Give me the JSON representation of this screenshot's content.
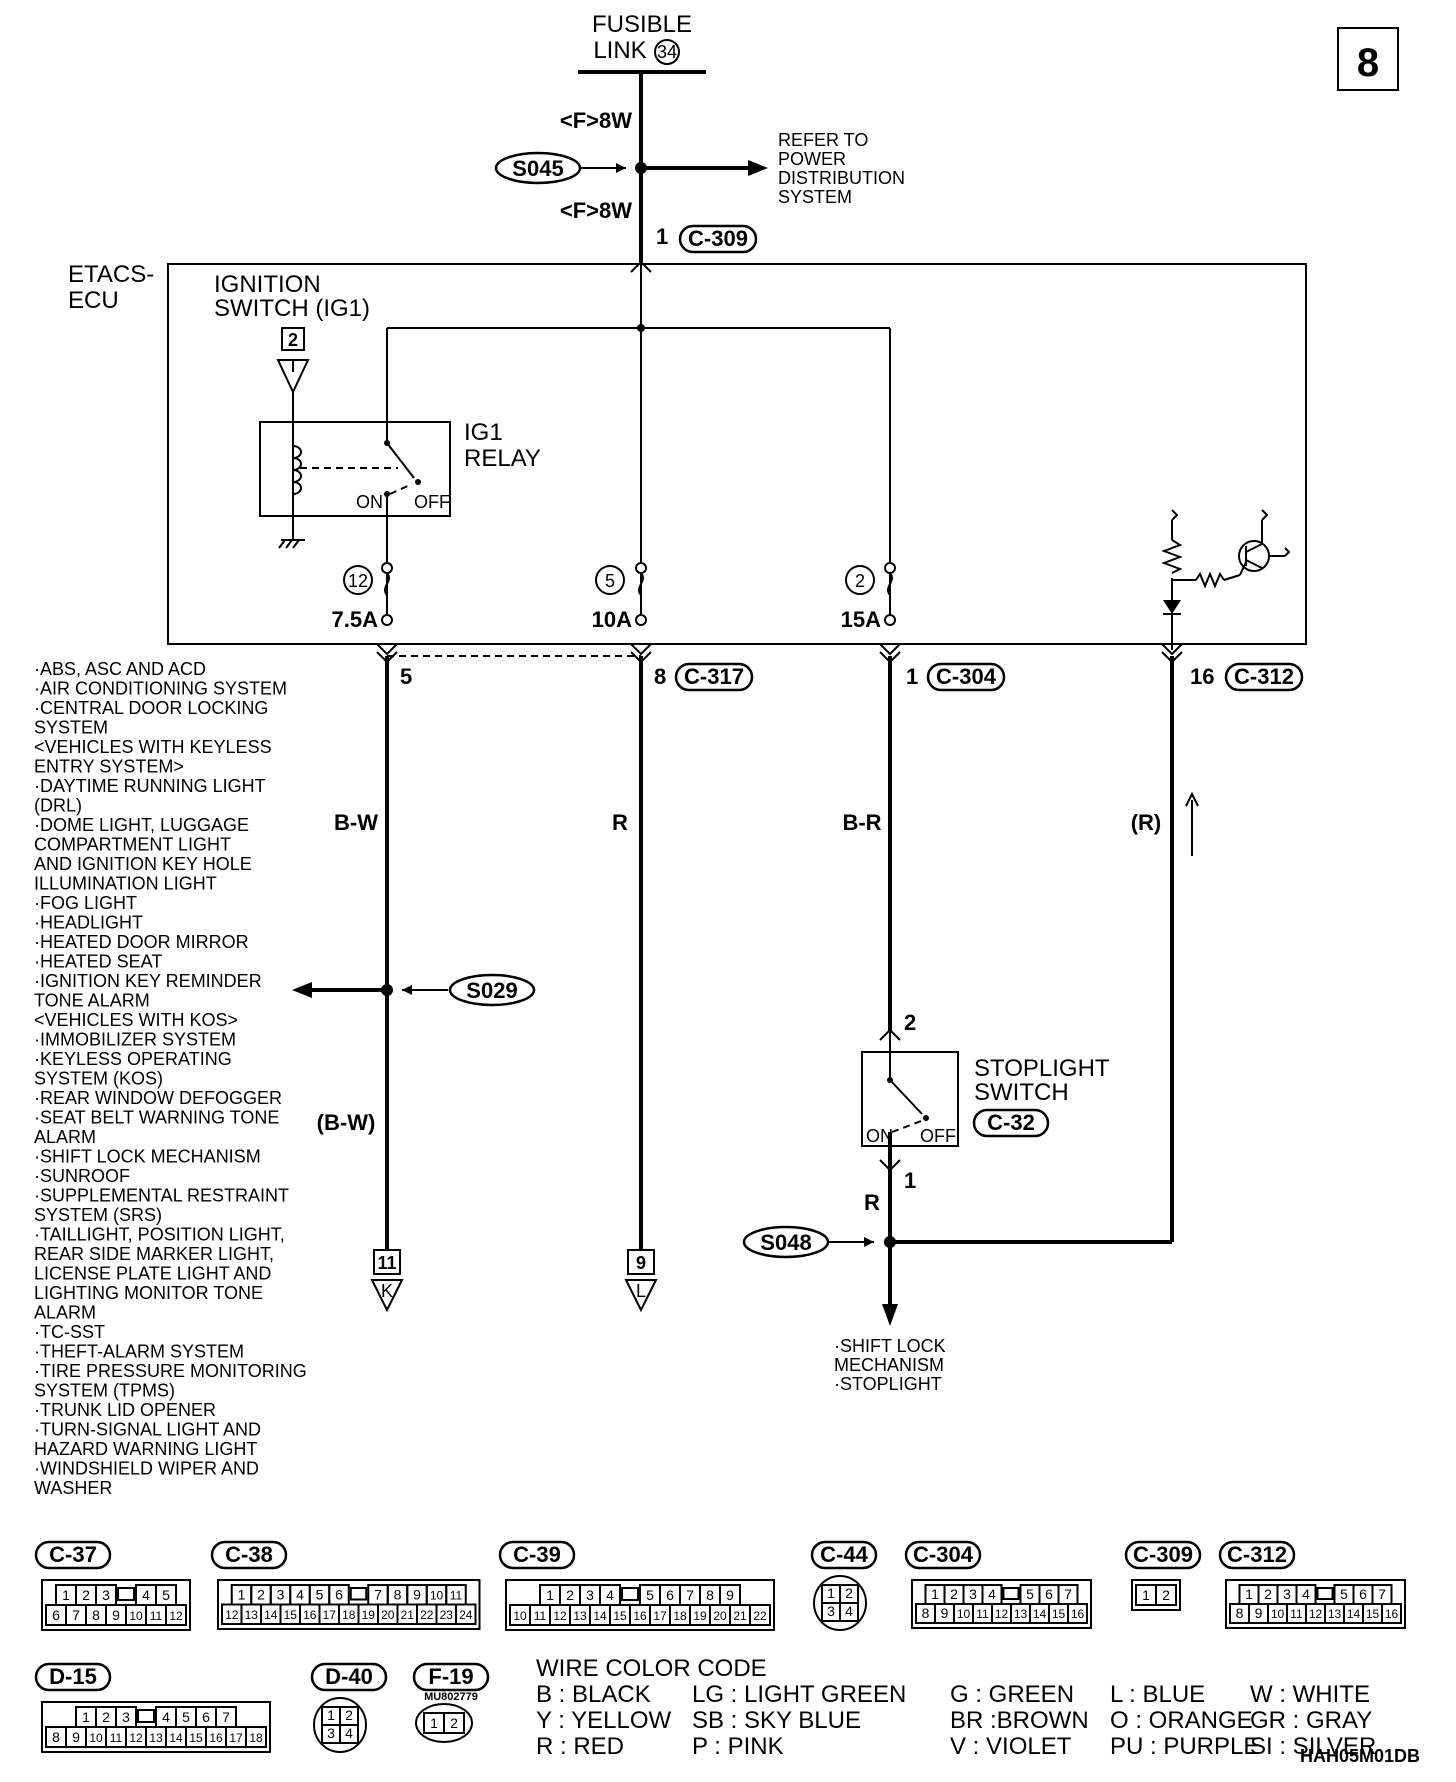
{
  "page_number": "8",
  "fusible_link": {
    "line1": "FUSIBLE",
    "line2": "LINK",
    "number": "34"
  },
  "top_wire": {
    "label_upper": "<F>8W",
    "label_lower": "<F>8W",
    "splice": "S045",
    "pin": "1",
    "connector": "C-309"
  },
  "refer_note": [
    "REFER TO",
    "POWER",
    "DISTRIBUTION",
    "SYSTEM"
  ],
  "etacs": {
    "line1": "ETACS-",
    "line2": "ECU"
  },
  "ignition": {
    "line1": "IGNITION",
    "line2": "SWITCH (IG1)",
    "terminal": "2"
  },
  "relay": {
    "line1": "IG1",
    "line2": "RELAY",
    "on": "ON",
    "off": "OFF"
  },
  "fuses": [
    {
      "number": "12",
      "rating": "7.5A"
    },
    {
      "number": "5",
      "rating": "10A"
    },
    {
      "number": "2",
      "rating": "15A"
    }
  ],
  "pins": {
    "p5": "5",
    "p8": "8",
    "c317": "C-317",
    "p1": "1",
    "c304": "C-304",
    "p16": "16",
    "c312": "C-312"
  },
  "wire_colors": {
    "bw": "B-W",
    "r": "R",
    "br": "B-R",
    "r_paren": "(R)",
    "bw_paren": "(B-W)",
    "r2": "R"
  },
  "splices": {
    "s029": "S029",
    "s048": "S048"
  },
  "terminals": {
    "k_num": "11",
    "k": "K",
    "l_num": "9",
    "l": "L"
  },
  "stoplight": {
    "line1": "STOPLIGHT",
    "line2": "SWITCH",
    "connector": "C-32",
    "pin2": "2",
    "pin1": "1",
    "on": "ON",
    "off": "OFF"
  },
  "systems_list": [
    "·ABS, ASC AND ACD",
    "·AIR CONDITIONING SYSTEM",
    "·CENTRAL DOOR LOCKING",
    " SYSTEM",
    " <VEHICLES WITH KEYLESS",
    " ENTRY SYSTEM>",
    "·DAYTIME RUNNING LIGHT",
    " (DRL)",
    "·DOME LIGHT, LUGGAGE",
    " COMPARTMENT LIGHT",
    " AND IGNITION KEY HOLE",
    " ILLUMINATION LIGHT",
    "·FOG LIGHT",
    "·HEADLIGHT",
    "·HEATED DOOR MIRROR",
    "·HEATED SEAT",
    "·IGNITION KEY REMINDER",
    " TONE ALARM",
    " <VEHICLES WITH KOS>",
    "·IMMOBILIZER SYSTEM",
    "·KEYLESS OPERATING",
    " SYSTEM (KOS)",
    "·REAR WINDOW DEFOGGER",
    "·SEAT BELT WARNING TONE",
    " ALARM",
    "·SHIFT LOCK MECHANISM",
    "·SUNROOF",
    "·SUPPLEMENTAL RESTRAINT",
    " SYSTEM (SRS)",
    "·TAILLIGHT, POSITION LIGHT,",
    " REAR SIDE MARKER LIGHT,",
    " LICENSE PLATE LIGHT AND",
    " LIGHTING MONITOR TONE",
    " ALARM",
    "·TC-SST",
    "·THEFT-ALARM SYSTEM",
    "·TIRE PRESSURE MONITORING",
    " SYSTEM (TPMS)",
    "·TRUNK LID OPENER",
    "·TURN-SIGNAL LIGHT AND",
    " HAZARD WARNING LIGHT",
    "·WINDSHIELD WIPER AND",
    " WASHER"
  ],
  "shift_note": [
    "·SHIFT LOCK",
    " MECHANISM",
    "·STOPLIGHT"
  ],
  "connectors": [
    {
      "name": "C-37",
      "rows": [
        [
          "1",
          "2",
          "3",
          "",
          "4",
          "5"
        ],
        [
          "6",
          "7",
          "8",
          "9",
          "10",
          "11",
          "12"
        ]
      ]
    },
    {
      "name": "C-38",
      "rows": [
        [
          "1",
          "2",
          "3",
          "4",
          "5",
          "6",
          "",
          "7",
          "8",
          "9",
          "10",
          "11"
        ],
        [
          "12",
          "13",
          "14",
          "15",
          "16",
          "17",
          "18",
          "19",
          "20",
          "21",
          "22",
          "23",
          "24"
        ]
      ]
    },
    {
      "name": "C-39",
      "rows": [
        [
          "1",
          "2",
          "3",
          "4",
          "",
          "5",
          "6",
          "7",
          "8",
          "9"
        ],
        [
          "10",
          "11",
          "12",
          "13",
          "14",
          "15",
          "16",
          "17",
          "18",
          "19",
          "20",
          "21",
          "22"
        ]
      ]
    },
    {
      "name": "C-44",
      "rows": [
        [
          "1",
          "2"
        ],
        [
          "3",
          "4"
        ]
      ]
    },
    {
      "name": "C-304",
      "rows": [
        [
          "1",
          "2",
          "3",
          "4",
          "",
          "5",
          "6",
          "7"
        ],
        [
          "8",
          "9",
          "10",
          "11",
          "12",
          "13",
          "14",
          "15",
          "16"
        ]
      ]
    },
    {
      "name": "C-309",
      "rows": [
        [
          "1",
          "2"
        ]
      ]
    },
    {
      "name": "C-312",
      "rows": [
        [
          "1",
          "2",
          "3",
          "4",
          "",
          "5",
          "6",
          "7"
        ],
        [
          "8",
          "9",
          "10",
          "11",
          "12",
          "13",
          "14",
          "15",
          "16"
        ]
      ]
    },
    {
      "name": "D-15",
      "rows": [
        [
          "1",
          "2",
          "3",
          "",
          "4",
          "5",
          "6",
          "7"
        ],
        [
          "8",
          "9",
          "10",
          "11",
          "12",
          "13",
          "14",
          "15",
          "16",
          "17",
          "18"
        ]
      ]
    },
    {
      "name": "D-40",
      "rows": [
        [
          "1",
          "2"
        ],
        [
          "3",
          "4"
        ]
      ]
    },
    {
      "name": "F-19",
      "part": "MU802779",
      "rows": [
        [
          "1",
          "2"
        ]
      ]
    }
  ],
  "wire_color_code": {
    "title": "WIRE COLOR CODE",
    "rows": [
      [
        "B : BLACK",
        "LG : LIGHT GREEN",
        "G : GREEN",
        "L : BLUE",
        "W : WHITE"
      ],
      [
        "Y : YELLOW",
        "SB : SKY BLUE",
        "BR :BROWN",
        "O : ORANGE",
        "GR : GRAY"
      ],
      [
        "R : RED",
        "P : PINK",
        "V : VIOLET",
        "PU : PURPLE",
        "SI : SILVER"
      ]
    ],
    "code": "HAH05M01DB"
  }
}
